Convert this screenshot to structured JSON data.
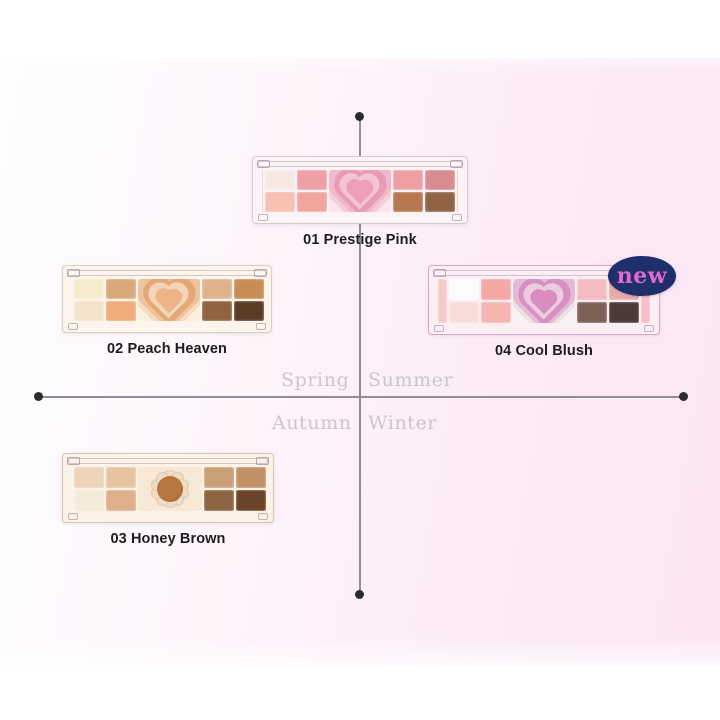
{
  "page": {
    "background_top_color": "#ffffff",
    "background_gradient_left": "#fdfcfe",
    "background_gradient_right": "#fce6f4"
  },
  "axes": {
    "vertical_name": "vertical-axis",
    "horizontal_name": "horizontal-axis",
    "endpoint_dot_color": "#2b2b2b",
    "line_color": "#8e8e93"
  },
  "quadrant_labels": {
    "spring": "Spring",
    "summer": "Summer",
    "autumn": "Autumn",
    "winter": "Winter",
    "color": "#c9c6cc"
  },
  "badge": {
    "label": "new",
    "fill_color": "#1f2f6b",
    "text_color": "#e069cf"
  },
  "palettes": [
    {
      "id": "prestige-pink",
      "label": "01 Prestige Pink",
      "quadrant": "spring-summer-top",
      "case_tint": "#fbf3f6",
      "case_border": "#d9c9d4",
      "left_tall": "#f6b7b2",
      "left_grid": [
        "#f7e9e2",
        "#ef9fa6",
        "#f6c0b2",
        "#f0a69e"
      ],
      "right_grid": [
        "#ef9fa4",
        "#d88c92",
        "#b5774f",
        "#8f6344"
      ],
      "right_tall": "#e9b096",
      "center_type": "heart",
      "center_bg": "#fae5ec",
      "heart_rings": [
        "#f4cdd9",
        "#efb9ca",
        "#e99bb3",
        "#f3c4d2",
        "#ec9fb6"
      ]
    },
    {
      "id": "peach-heaven",
      "label": "02 Peach Heaven",
      "quadrant": "spring",
      "case_tint": "#fdf5ec",
      "case_border": "#ddcdbd",
      "left_tall": "#f7c0a0",
      "left_grid": [
        "#f6eccb",
        "#d9a879",
        "#f4e2ca",
        "#f0ac7b"
      ],
      "right_grid": [
        "#e0b38c",
        "#c98c52",
        "#8f633e",
        "#5c3b26"
      ],
      "right_tall": "#eda983",
      "center_type": "heart",
      "center_bg": "#fbeedd",
      "heart_rings": [
        "#f5dcc2",
        "#eec49c",
        "#e5a777",
        "#f3d6b8",
        "#eeb489"
      ]
    },
    {
      "id": "cool-blush",
      "label": "04 Cool Blush",
      "quadrant": "summer",
      "case_tint": "#fdeef5",
      "case_border": "#d8a8c6",
      "left_tall": "#f7c8c9",
      "left_grid": [
        "#fbfbfb",
        "#f3a8a5",
        "#f8dcd8",
        "#f6b5ae"
      ],
      "right_grid": [
        "#f3bcbf",
        "#e8aaa8",
        "#7d6157",
        "#4a3b37"
      ],
      "right_tall": "#f6bfc9",
      "center_type": "heart",
      "center_bg": "#f7f3f5",
      "heart_rings": [
        "#ece3ea",
        "#e2bcd4",
        "#d98fc2",
        "#eccde0",
        "#d88cc0"
      ]
    },
    {
      "id": "honey-brown",
      "label": "03 Honey Brown",
      "quadrant": "autumn",
      "case_tint": "#fcf2e6",
      "case_border": "#d9c6ae",
      "left_tall": "#fbdcad",
      "left_grid": [
        "#ecd3ba",
        "#e7c49f",
        "#f6ead8",
        "#dfae8a"
      ],
      "right_grid": [
        "#c99f77",
        "#c19068",
        "#8c6343",
        "#6b4429"
      ],
      "right_tall": "#f2d7b9",
      "center_type": "flower",
      "center_bg": "#f7e9d6",
      "flower_petal_color": "#f0ddc7",
      "flower_core_color": "#b5763f"
    }
  ]
}
